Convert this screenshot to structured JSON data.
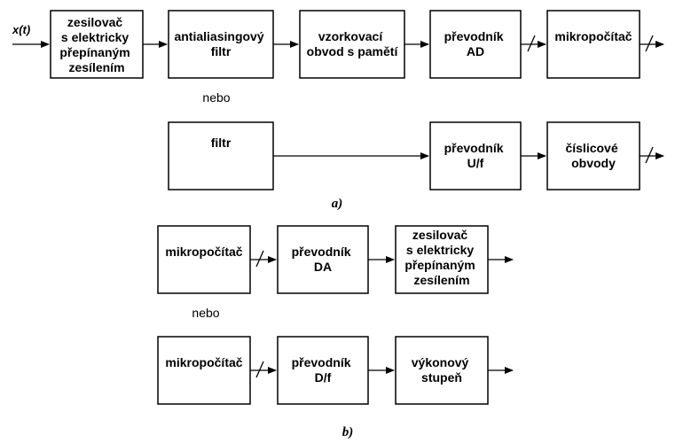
{
  "part_a": {
    "input_signal": "x(t)",
    "chain1": {
      "amplifier": [
        "zesilovač",
        "s elektricky",
        "přepínaným",
        "zesílením"
      ],
      "antialias": [
        "antialiasingový",
        "filtr"
      ],
      "sample_hold": [
        "vzorkovací",
        "obvod s pamětí"
      ],
      "adc": [
        "převodník",
        "AD"
      ],
      "mcu": [
        "mikropočítač"
      ]
    },
    "or_label": "nebo",
    "chain2": {
      "filter": [
        "filtr"
      ],
      "vf": [
        "převodník",
        "U/f"
      ],
      "digital": [
        "číslicové",
        "obvody"
      ]
    },
    "caption": "a)"
  },
  "part_b": {
    "chain1": {
      "mcu": [
        "mikropočítač"
      ],
      "dac": [
        "převodník",
        "DA"
      ],
      "amplifier": [
        "zesilovač",
        "s elektricky",
        "přepínaným",
        "zesílením"
      ]
    },
    "or_label": "nebo",
    "chain2": {
      "mcu": [
        "mikropočítač"
      ],
      "fv": [
        "převodník",
        "D/f"
      ],
      "power": [
        "výkonový",
        "stupeň"
      ]
    },
    "caption": "b)"
  }
}
